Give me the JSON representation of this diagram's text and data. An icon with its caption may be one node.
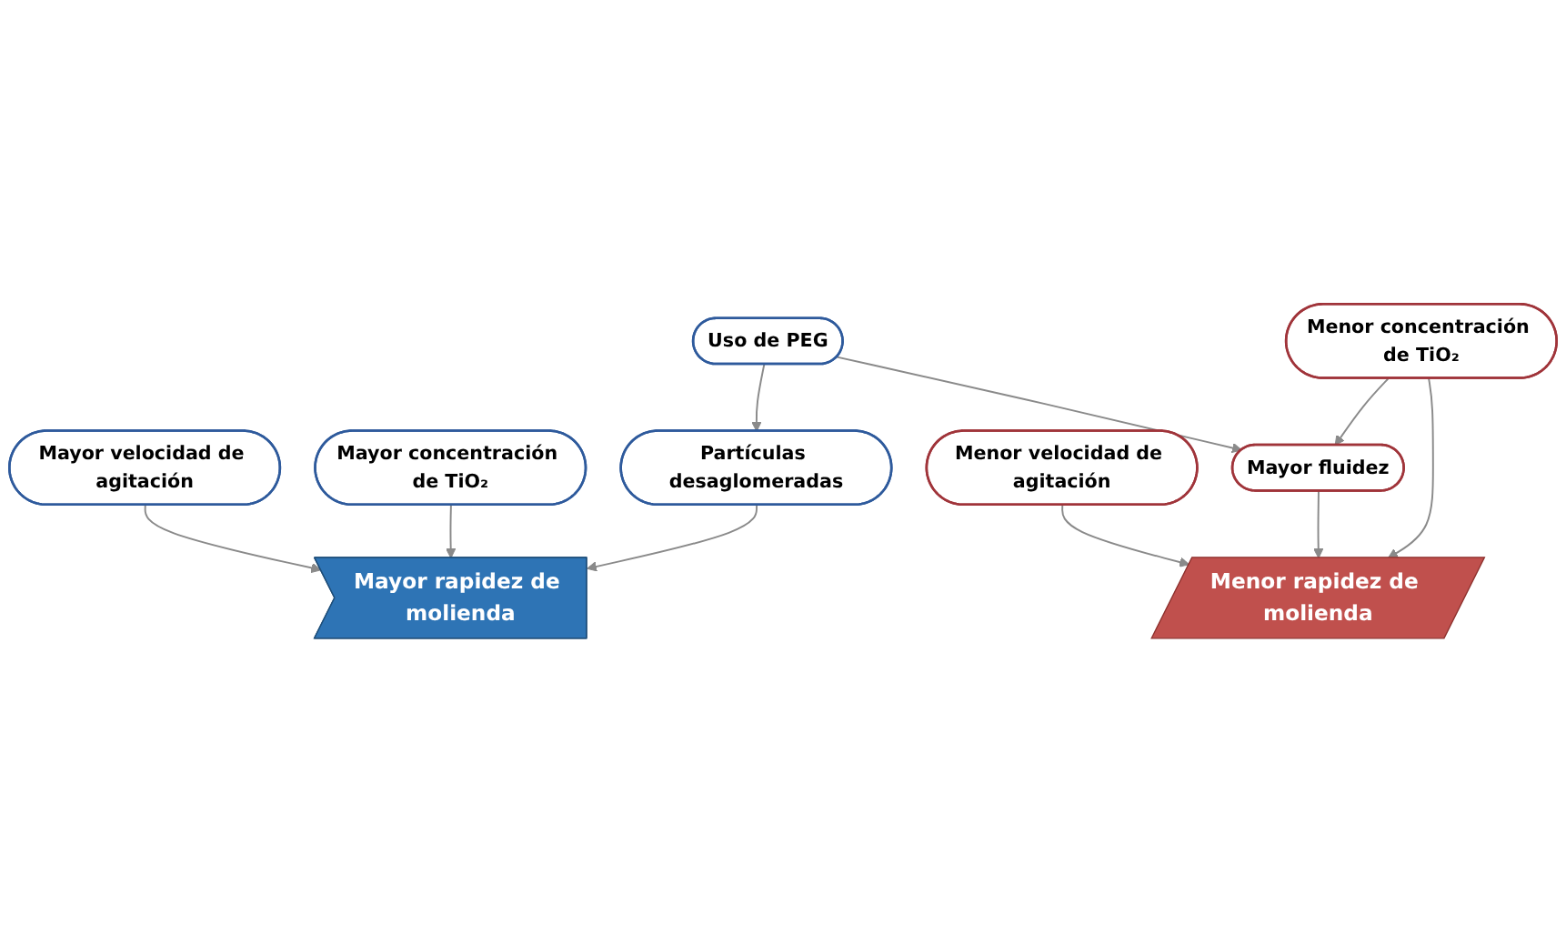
{
  "diagram": {
    "nodes": [
      {
        "text": [
          "Mayor rapidez de molienda"
        ]
      },
      {
        "text": [
          "Mayor velocidad de agitación"
        ]
      },
      {
        "text": [
          "Mayor concentración de TiO₂"
        ]
      },
      {
        "text": [
          "Partículas desaglomeradas"
        ]
      },
      {
        "text": [
          "Uso de PEG"
        ]
      },
      {
        "text": [
          "Menor velocidad de agitación"
        ]
      },
      {
        "text": [
          "Menor concentración de TiO₂"
        ]
      },
      {
        "text": [
          "Mayor fluidez"
        ]
      },
      {
        "text": [
          "Menor rapidez de molienda"
        ]
      }
    ],
    "edges": [
      {
        "from": 1,
        "to": 0,
        "arrow": "to"
      },
      {
        "from": 2,
        "to": 0,
        "arrow": "to"
      },
      {
        "from": 3,
        "to": 0,
        "arrow": "to"
      },
      {
        "from": 4,
        "to": 3,
        "arrow": "to"
      },
      {
        "from": 4,
        "to": 7,
        "arrow": "to"
      },
      {
        "from": 6,
        "to": 7,
        "arrow": "to"
      },
      {
        "from": 5,
        "to": 8,
        "arrow": "to"
      },
      {
        "from": 6,
        "to": 8,
        "arrow": "to"
      },
      {
        "from": 7,
        "to": 8,
        "arrow": "to"
      }
    ]
  }
}
